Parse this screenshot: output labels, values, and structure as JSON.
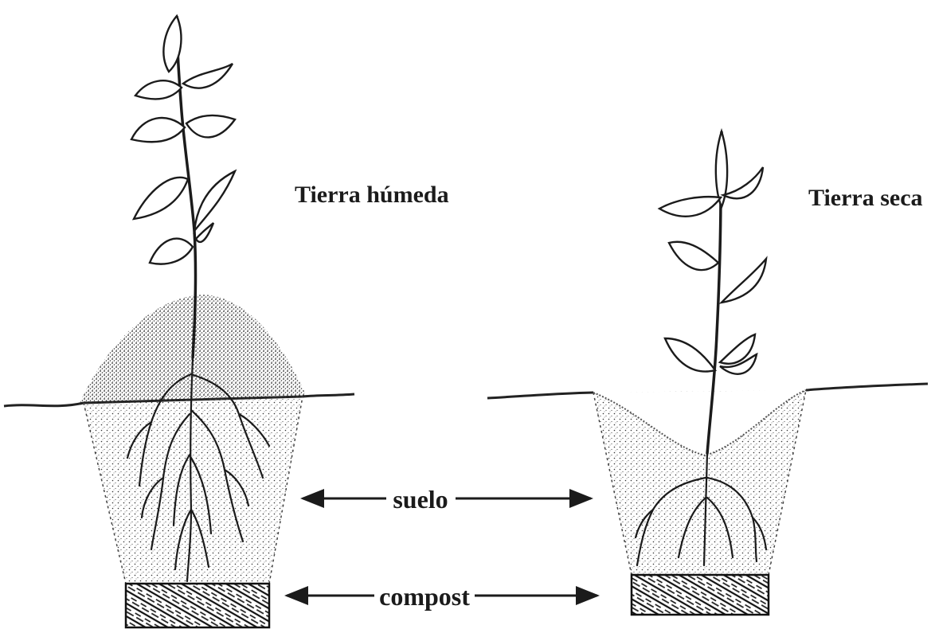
{
  "labels": {
    "wet_soil": "Tierra húmeda",
    "dry_soil": "Tierra seca",
    "soil": "suelo",
    "compost": "compost"
  },
  "colors": {
    "ink": "#1b1b1b",
    "background": "#ffffff"
  }
}
